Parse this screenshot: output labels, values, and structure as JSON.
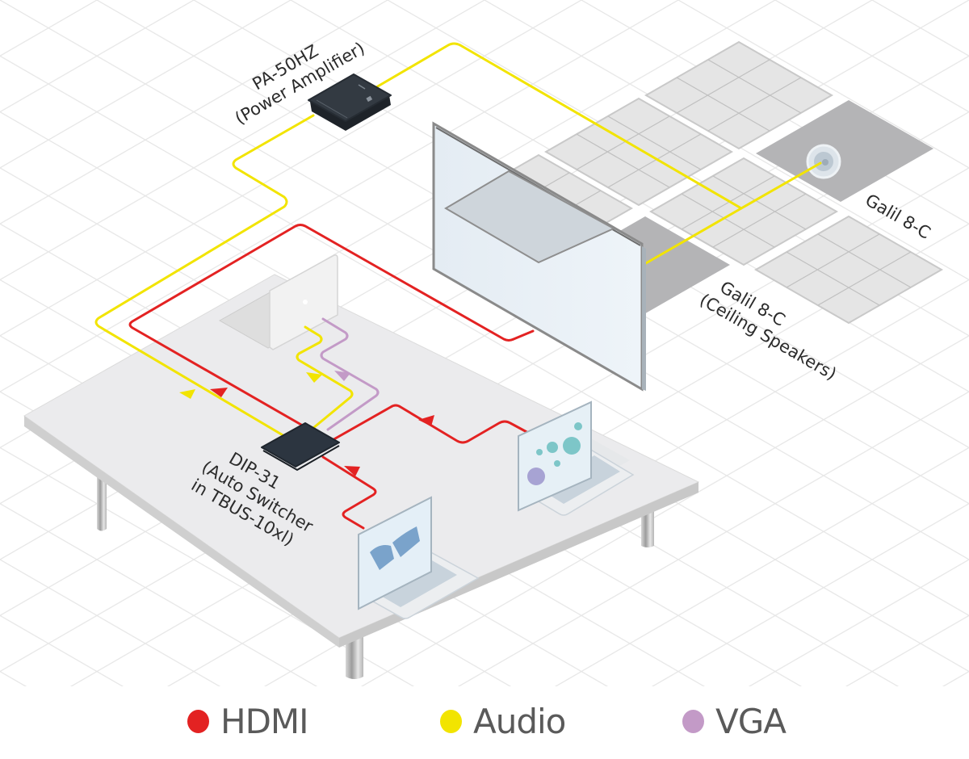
{
  "diagram": {
    "devices": {
      "amplifier": {
        "label_line1": "PA-50HZ",
        "label_line2": "(Power Amplifier)"
      },
      "switcher": {
        "label_line1": "DIP-31",
        "label_line2": "(Auto Switcher",
        "label_line3": "in TBUS-10xl)"
      },
      "speaker_right": {
        "label_line1": "Galil 8-C"
      },
      "speaker_left": {
        "label_line1": "Galil 8-C",
        "label_line2": "(Ceiling Speakers)"
      }
    },
    "colors": {
      "hdmi": "#e32222",
      "audio": "#f2e400",
      "vga": "#c39ac7"
    }
  },
  "legend": [
    {
      "key": "hdmi",
      "label": "HDMI",
      "color": "#e32222"
    },
    {
      "key": "audio",
      "label": "Audio",
      "color": "#f2e400"
    },
    {
      "key": "vga",
      "label": "VGA",
      "color": "#c39ac7"
    }
  ]
}
